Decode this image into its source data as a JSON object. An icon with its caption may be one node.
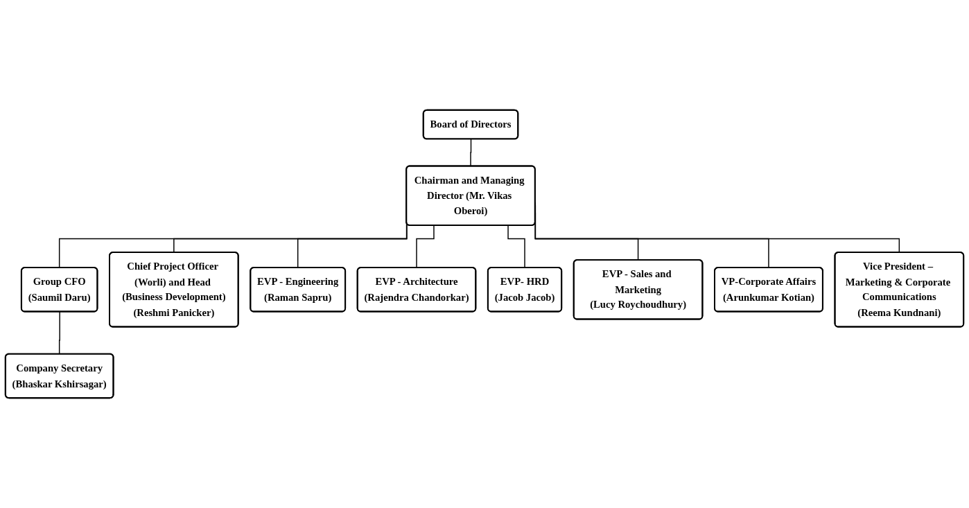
{
  "diagram": {
    "nodes": [
      {
        "text": [
          "Board of Directors"
        ]
      },
      {
        "text": [
          "Chairman and Managing Director (Mr. Vikas Oberoi)"
        ]
      },
      {
        "text": [
          "Group CFO",
          "(Saumil Daru)"
        ]
      },
      {
        "text": [
          "Chief Project Officer (Worli) and Head (Business Development)",
          "(Reshmi Panicker)"
        ]
      },
      {
        "text": [
          "EVP - Engineering",
          "(Raman Sapru)"
        ]
      },
      {
        "text": [
          "EVP - Architecture",
          "(Rajendra Chandorkar)"
        ]
      },
      {
        "text": [
          "EVP- HRD",
          "(Jacob Jacob)"
        ]
      },
      {
        "text": [
          "EVP - Sales and Marketing",
          "(Lucy Roychoudhury)"
        ]
      },
      {
        "text": [
          "VP-Corporate Affairs",
          "(Arunkumar Kotian)"
        ]
      },
      {
        "text": [
          "Vice President – Marketing & Corporate Communications",
          "(Reema Kundnani)"
        ]
      },
      {
        "text": [
          "Company Secretary",
          "(Bhaskar Kshirsagar)"
        ]
      }
    ],
    "edges": [
      {
        "from": 0,
        "to": 1,
        "arrow": "none"
      },
      {
        "from": 1,
        "to": 2,
        "arrow": "none"
      },
      {
        "from": 1,
        "to": 3,
        "arrow": "none"
      },
      {
        "from": 1,
        "to": 4,
        "arrow": "none"
      },
      {
        "from": 1,
        "to": 5,
        "arrow": "none"
      },
      {
        "from": 1,
        "to": 6,
        "arrow": "none"
      },
      {
        "from": 1,
        "to": 7,
        "arrow": "none"
      },
      {
        "from": 1,
        "to": 8,
        "arrow": "none"
      },
      {
        "from": 1,
        "to": 9,
        "arrow": "none"
      },
      {
        "from": 2,
        "to": 10,
        "arrow": "none"
      }
    ]
  }
}
